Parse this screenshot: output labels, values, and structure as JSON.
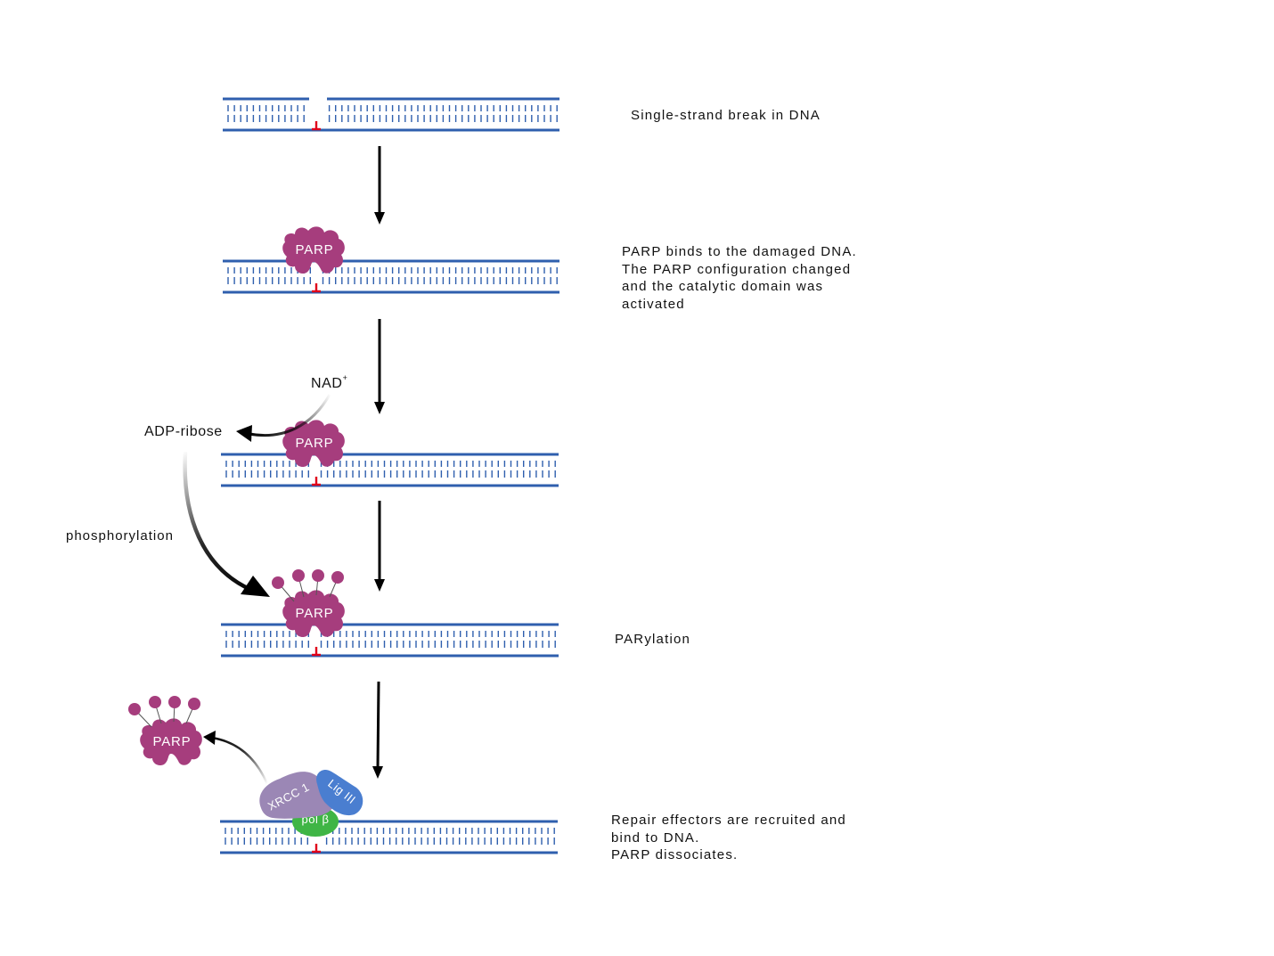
{
  "steps": [
    {
      "description": [
        "Single-strand break in DNA"
      ]
    },
    {
      "description": [
        "PARP binds to the damaged DNA.",
        "The PARP configuration changed",
        "and the catalytic domain was",
        "activated"
      ]
    },
    {
      "description": []
    },
    {
      "description": [
        "PARylation"
      ]
    },
    {
      "description": [
        "Repair effectors are recruited and",
        "bind to DNA.",
        "PARP dissociates."
      ]
    }
  ],
  "labels": {
    "parp": "PARP",
    "nad": "NAD",
    "nad_sup": "+",
    "adp_ribose": "ADP-ribose",
    "phosphorylation": "phosphorylation",
    "xrcc1": "XRCC 1",
    "lig3": "Lig III",
    "pol_beta": "pol β"
  },
  "colors": {
    "dna": "#2f5fae",
    "break": "#e0001b",
    "parp": "#a63d7d",
    "xrcc1": "#9b87b5",
    "lig3": "#4a7ed0",
    "pol_beta": "#3fb545",
    "arrow": "#000000"
  }
}
